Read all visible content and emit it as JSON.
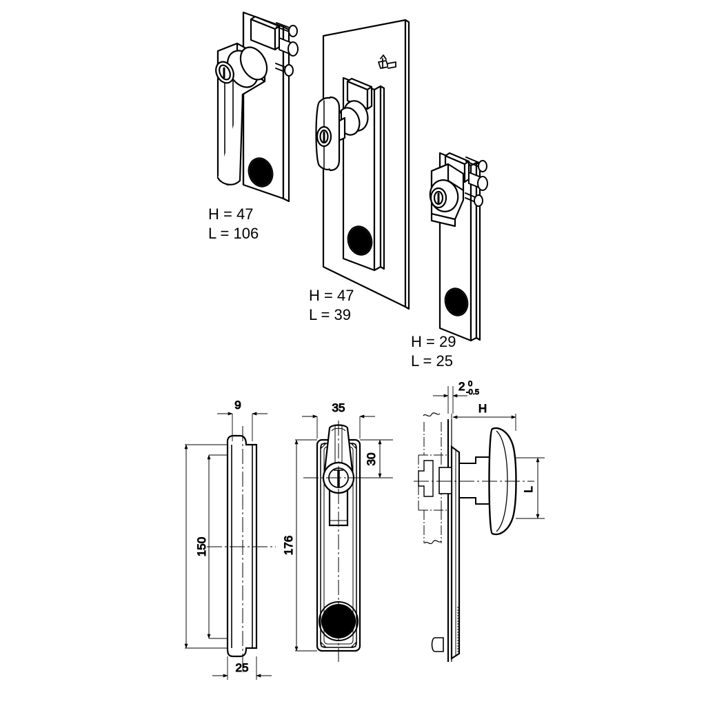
{
  "drawing": {
    "title": "T-handle / L-handle lock insert technical drawing",
    "variants": [
      {
        "name": "variant-l-handle",
        "h_label": "H = 47",
        "l_label": "L = 106"
      },
      {
        "name": "variant-t-handle",
        "h_label": "H = 47",
        "l_label": "L = 39"
      },
      {
        "name": "variant-wing-knob",
        "h_label": "H = 29",
        "l_label": "L = 25"
      }
    ],
    "dimensions": {
      "side_width": "9",
      "side_height_inner": "150",
      "side_width_bottom": "25",
      "front_width": "35",
      "front_height": "176",
      "front_keyhole_offset": "30",
      "panel_thickness": "2",
      "panel_tol_upper": "0",
      "panel_tol_lower": "-0.5",
      "handle_depth": "H",
      "handle_length": "L"
    },
    "colors": {
      "line": "#000000",
      "background": "#ffffff",
      "fill_light": "#ffffff"
    }
  }
}
